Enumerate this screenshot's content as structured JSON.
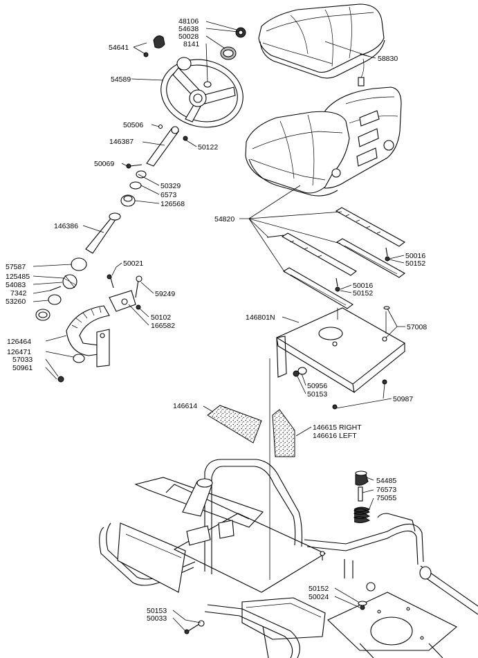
{
  "labels": {
    "p48106": "48106",
    "p54638": "54638",
    "p50028": "50028",
    "p8141": "8141",
    "p54641": "54641",
    "p54589": "54589",
    "p58830": "58830",
    "p50506": "50506",
    "p146387": "146387",
    "p50122": "50122",
    "p50069": "50069",
    "p50329": "50329",
    "p6573": "6573",
    "p126568": "126568",
    "p54820": "54820",
    "p146386": "146386",
    "p50016a": "50016",
    "p50152a": "50152",
    "p57587": "57587",
    "p50021": "50021",
    "p125485": "125485",
    "p54083": "54083",
    "p59249": "59249",
    "p50016b": "50016",
    "p7342": "7342",
    "p50152b": "50152",
    "p53260": "53260",
    "p50102": "50102",
    "p166582": "166582",
    "p146801n": "146801N",
    "p57008": "57008",
    "p126464": "126464",
    "p126471": "126471",
    "p57033": "57033",
    "p50961": "50961",
    "p50956": "50956",
    "p50153a": "50153",
    "p50987": "50987",
    "p146614": "146614",
    "p146615": "146615 RIGHT",
    "p146616": "146616 LEFT",
    "p54485": "54485",
    "p76573": "76573",
    "p75055": "75055",
    "p50152c": "50152",
    "p50024": "50024",
    "p50153b": "50153",
    "p50033": "50033"
  }
}
